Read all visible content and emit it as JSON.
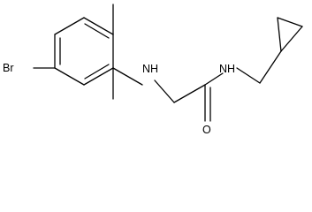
{
  "atoms": {
    "br": "Br",
    "nh_aryl": "NH",
    "nh_amide": "NH",
    "o": "O"
  }
}
